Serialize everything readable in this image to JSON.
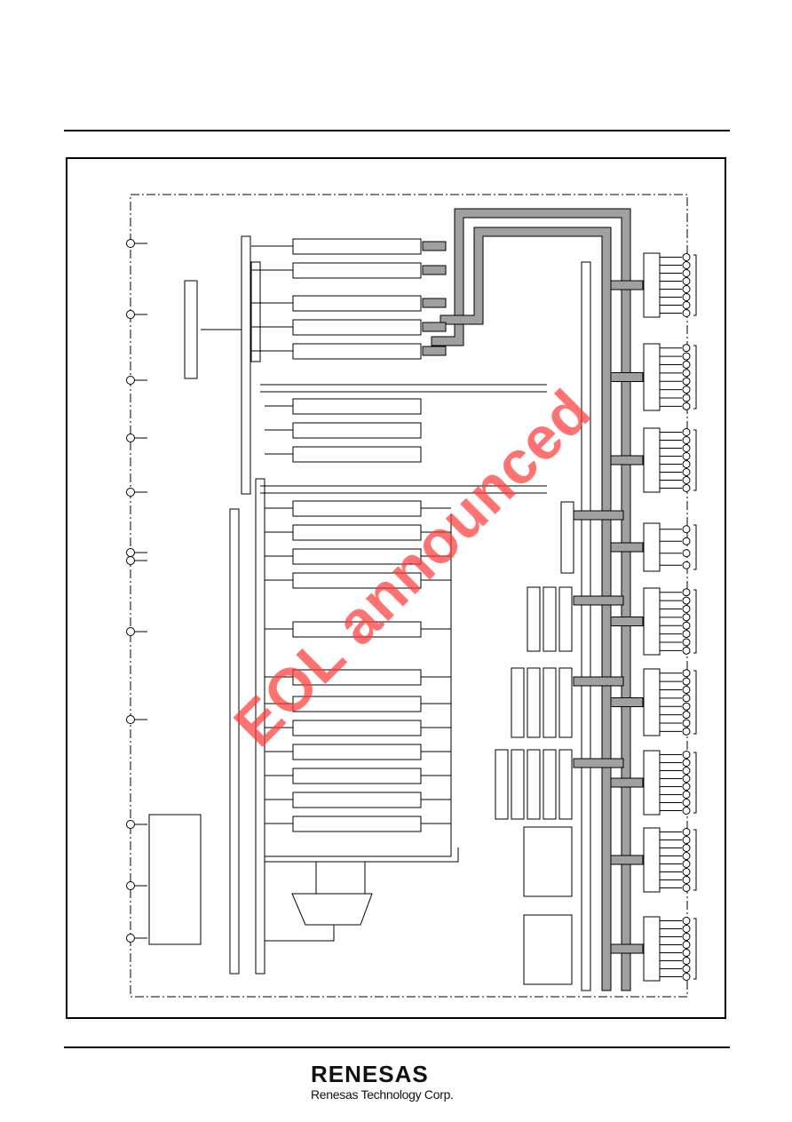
{
  "watermark": {
    "text": "EOL announced",
    "color": "#ff3c3c"
  },
  "footer": {
    "logo_word": "RENESAS",
    "logo_subtitle": "Renesas Technology Corp."
  },
  "colors": {
    "bus_fill": "#a0a0a0",
    "line": "#000000"
  }
}
